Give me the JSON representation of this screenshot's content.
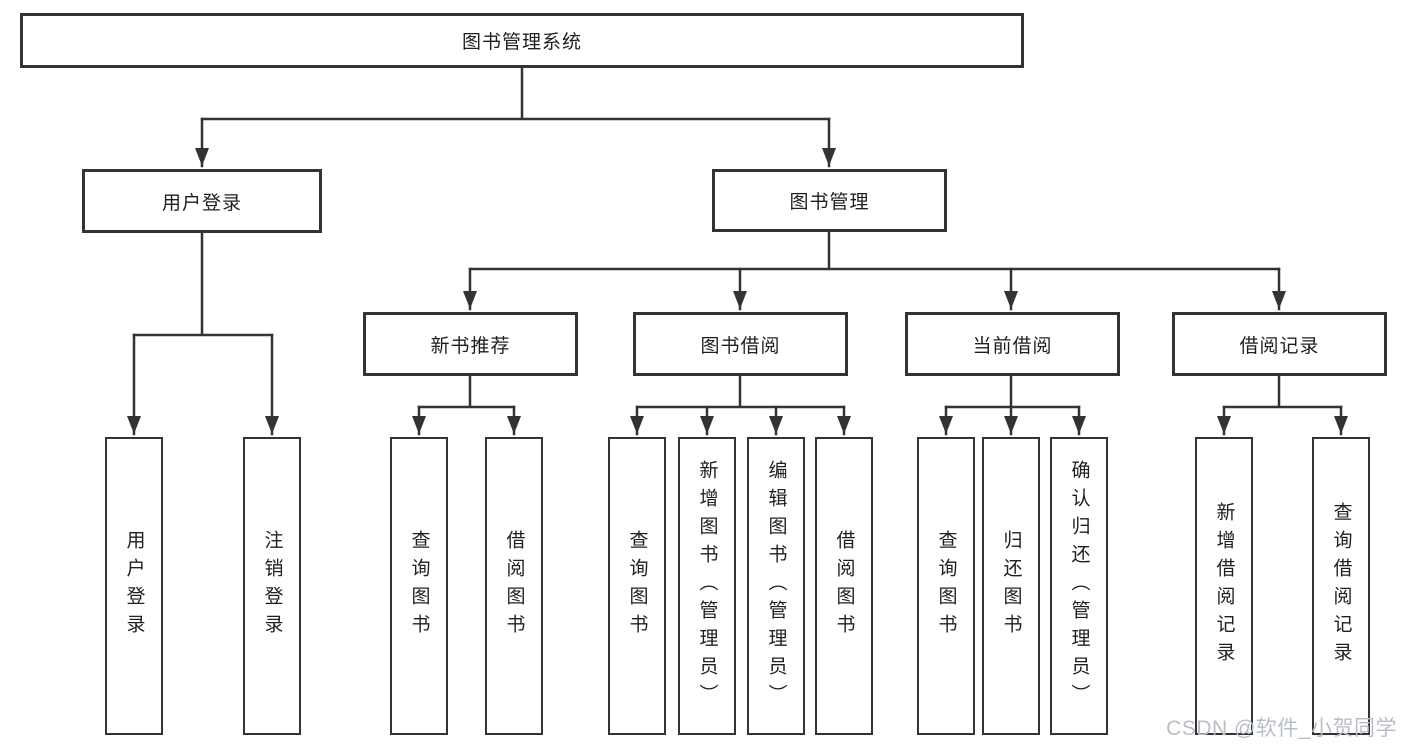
{
  "diagram_type": "hierarchy-tree",
  "colors": {
    "line": "#333333",
    "box_border": "#333333",
    "text": "#1f1f1f",
    "background": "#ffffff",
    "watermark": "#b9bec6"
  },
  "tree": {
    "label": "图书管理系统",
    "children": [
      {
        "label": "用户登录",
        "children": [
          {
            "label": "用户登录"
          },
          {
            "label": "注销登录"
          }
        ]
      },
      {
        "label": "图书管理",
        "children": [
          {
            "label": "新书推荐",
            "children": [
              {
                "label": "查询图书"
              },
              {
                "label": "借阅图书"
              }
            ]
          },
          {
            "label": "图书借阅",
            "children": [
              {
                "label": "查询图书"
              },
              {
                "label": "新增图书（管理员）"
              },
              {
                "label": "编辑图书（管理员）"
              },
              {
                "label": "借阅图书"
              }
            ]
          },
          {
            "label": "当前借阅",
            "children": [
              {
                "label": "查询图书"
              },
              {
                "label": "归还图书"
              },
              {
                "label": "确认归还（管理员）"
              }
            ]
          },
          {
            "label": "借阅记录",
            "children": [
              {
                "label": "新增借阅记录"
              },
              {
                "label": "查询借阅记录"
              }
            ]
          }
        ]
      }
    ]
  },
  "watermark": "CSDN @软件_小贺同学"
}
